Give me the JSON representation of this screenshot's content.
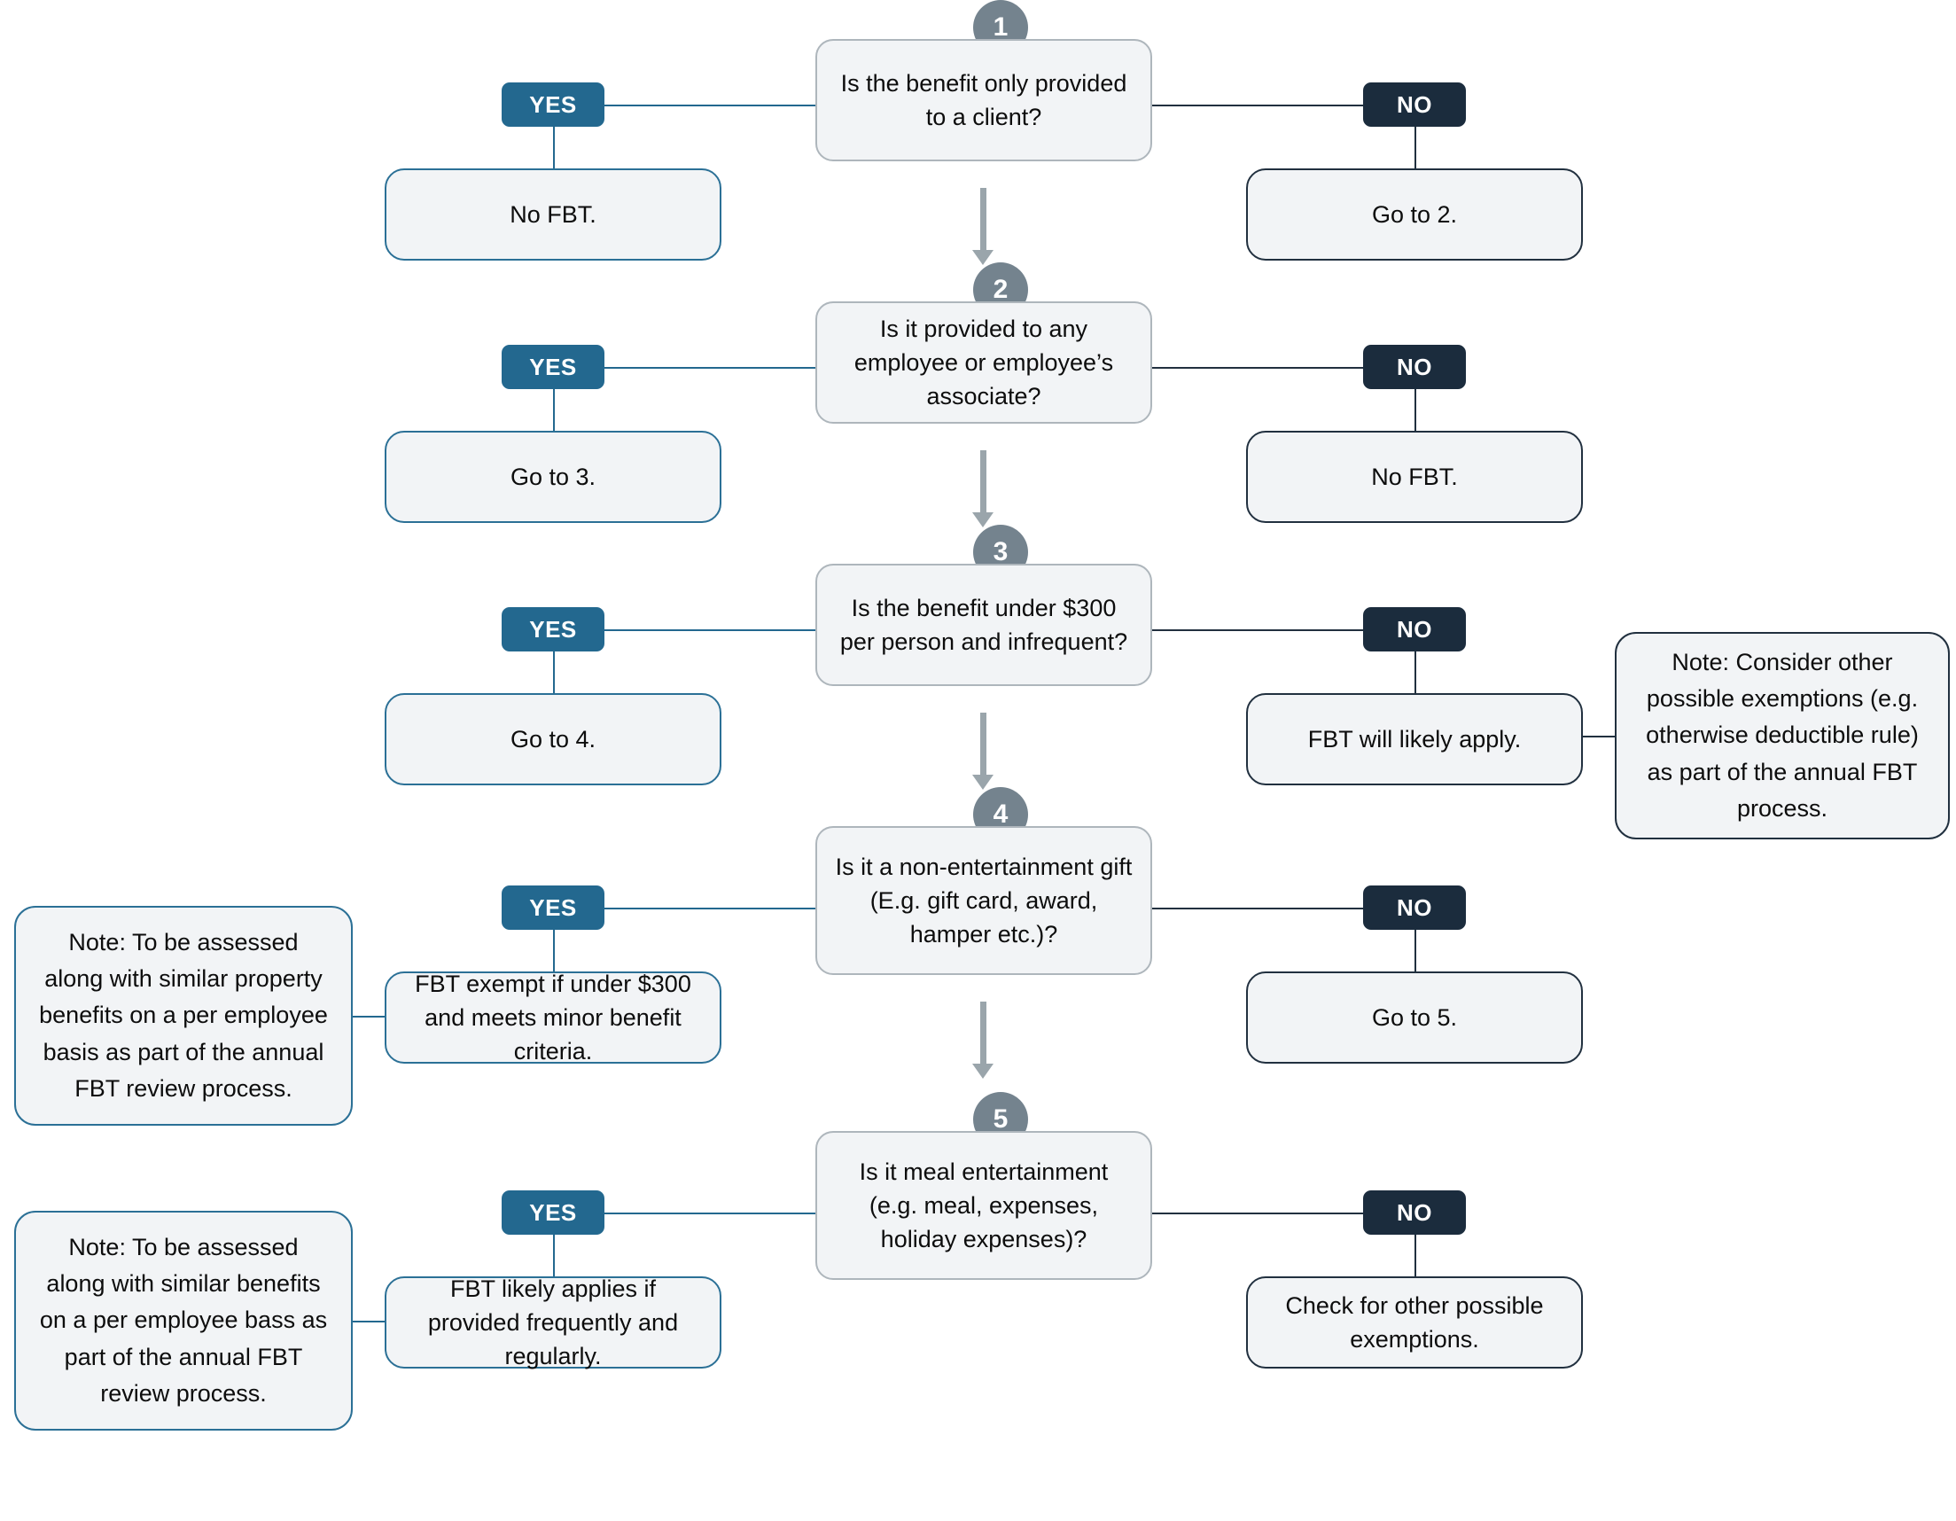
{
  "diagram": {
    "title": "FBT decision flowchart",
    "colors": {
      "yes_badge": "#23688f",
      "no_badge": "#1b2c3d",
      "step_circle": "#74838e",
      "box_fill": "#f2f4f6",
      "decision_border": "#aeb6bc",
      "left_border": "#2b7096",
      "right_border": "#21303f",
      "arrow": "#9aa5ab"
    },
    "labels": {
      "yes": "YES",
      "no": "NO"
    },
    "steps": [
      {
        "number": "1",
        "question": "Is the benefit only provided to a client?",
        "yes_outcome": "No FBT.",
        "no_outcome": "Go to 2."
      },
      {
        "number": "2",
        "question": "Is it provided to any employee or employee’s associate?",
        "yes_outcome": "Go to 3.",
        "no_outcome": "No FBT."
      },
      {
        "number": "3",
        "question": "Is the benefit under $300 per person and infrequent?",
        "yes_outcome": "Go to 4.",
        "no_outcome": "FBT will likely apply.",
        "no_note": "Note: Consider other possible exemptions (e.g. otherwise deductible rule) as part of the annual FBT process."
      },
      {
        "number": "4",
        "question": "Is it a non-entertainment gift (E.g. gift card, award, hamper etc.)?",
        "yes_outcome": "FBT exempt if under $300 and meets minor benefit criteria.",
        "yes_note": "Note: To be assessed along with similar property benefits on a per employee basis as part of the annual FBT review process.",
        "no_outcome": "Go to 5."
      },
      {
        "number": "5",
        "question": "Is it meal entertainment (e.g. meal, expenses, holiday expenses)?",
        "yes_outcome": "FBT likely applies if provided frequently and regularly.",
        "yes_note": "Note: To be assessed along with similar benefits on a per employee bass as part of the annual FBT review process.",
        "no_outcome": "Check for other possible exemptions."
      }
    ]
  }
}
